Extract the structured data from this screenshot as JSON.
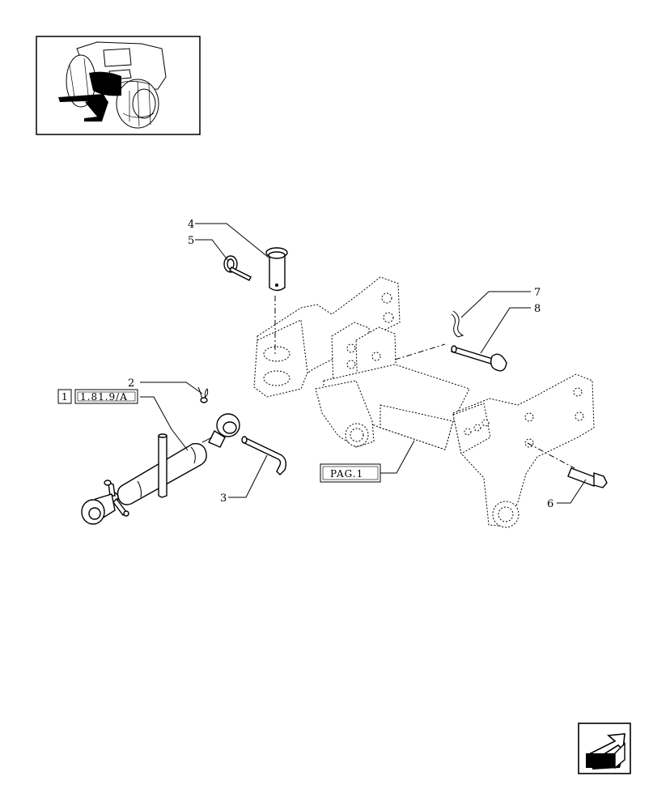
{
  "callouts": [
    {
      "id": "c2",
      "number": "2"
    },
    {
      "id": "c3",
      "number": "3"
    },
    {
      "id": "c4",
      "number": "4"
    },
    {
      "id": "c5",
      "number": "5"
    },
    {
      "id": "c6",
      "number": "6"
    },
    {
      "id": "c7",
      "number": "7"
    },
    {
      "id": "c8",
      "number": "8"
    }
  ],
  "references": {
    "group_index": "1",
    "group_code": "1.81.9/A",
    "page_ref": "PAG.1"
  },
  "icons": {
    "thumbnail": "tractor-rear-hitch-thumbnail",
    "navigation": "arrow-back-icon"
  }
}
